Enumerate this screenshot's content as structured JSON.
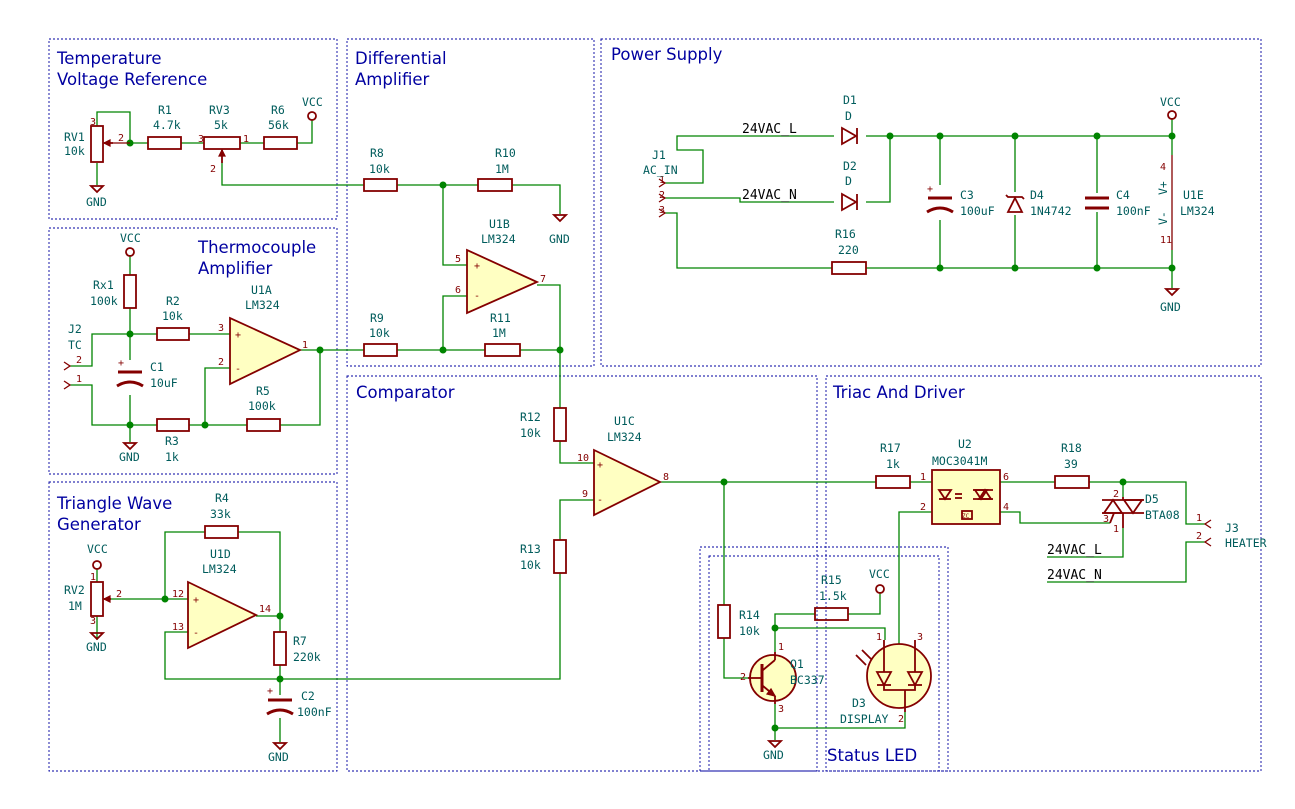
{
  "sections": {
    "temp_ref": "Temperature",
    "temp_ref2": "Voltage Reference",
    "diff_amp": "Differential",
    "diff_amp2": "Amplifier",
    "power": "Power Supply",
    "thermo": "Thermocouple",
    "thermo2": "Amplifier",
    "comparator": "Comparator",
    "triac": "Triac And Driver",
    "triangle": "Triangle Wave",
    "triangle2": "Generator",
    "status": "Status LED"
  },
  "refs": {
    "RV1": "RV1",
    "RV1_v": "10k",
    "R1": "R1",
    "R1_v": "4.7k",
    "RV3": "RV3",
    "RV3_v": "5k",
    "R6": "R6",
    "R6_v": "56k",
    "R8": "R8",
    "R8_v": "10k",
    "R10": "R10",
    "R10_v": "1M",
    "U1B": "U1B",
    "U1B_v": "LM324",
    "R9": "R9",
    "R9_v": "10k",
    "R11": "R11",
    "R11_v": "1M",
    "Rx1": "Rx1",
    "Rx1_v": "100k",
    "R2": "R2",
    "R2_v": "10k",
    "U1A": "U1A",
    "U1A_v": "LM324",
    "J2": "J2",
    "J2_v": "TC",
    "C1": "C1",
    "C1_v": "10uF",
    "R5": "R5",
    "R5_v": "100k",
    "R3": "R3",
    "R3_v": "1k",
    "J1": "J1",
    "J1_v": "AC_IN",
    "D1": "D1",
    "D1_v": "D",
    "D2": "D2",
    "D2_v": "D",
    "C3": "C3",
    "C3_v": "100uF",
    "D4": "D4",
    "D4_v": "1N4742",
    "C4": "C4",
    "C4_v": "100nF",
    "U1E": "U1E",
    "U1E_v": "LM324",
    "R16": "R16",
    "R16_v": "220",
    "R12": "R12",
    "R12_v": "10k",
    "U1C": "U1C",
    "U1C_v": "LM324",
    "R13": "R13",
    "R13_v": "10k",
    "R17": "R17",
    "R17_v": "1k",
    "U2": "U2",
    "U2_v": "MOC3041M",
    "R18": "R18",
    "R18_v": "39",
    "D5": "D5",
    "D5_v": "BTA08",
    "J3": "J3",
    "J3_v": "HEATER",
    "R4": "R4",
    "R4_v": "33k",
    "U1D": "U1D",
    "U1D_v": "LM324",
    "RV2": "RV2",
    "RV2_v": "1M",
    "R7": "R7",
    "R7_v": "220k",
    "C2": "C2",
    "C2_v": "100nF",
    "R14": "R14",
    "R14_v": "10k",
    "R15": "R15",
    "R15_v": "1.5k",
    "Q1": "Q1",
    "Q1_v": "BC337",
    "D3": "D3",
    "D3_v": "DISPLAY"
  },
  "power": {
    "vcc": "VCC",
    "gnd": "GND"
  },
  "nets": {
    "l": "24VAC_L",
    "n": "24VAC_N"
  },
  "pins": {
    "p1": "1",
    "p2": "2",
    "p3": "3",
    "p4": "4",
    "p5": "5",
    "p6": "6",
    "p7": "7",
    "p8": "8",
    "p9": "9",
    "p10": "10",
    "p11": "11",
    "p12": "12",
    "p13": "13",
    "p14": "14",
    "plus": "+",
    "minus": "-",
    "vplus": "V+",
    "vminus": "V-",
    "zc": "ZC"
  }
}
